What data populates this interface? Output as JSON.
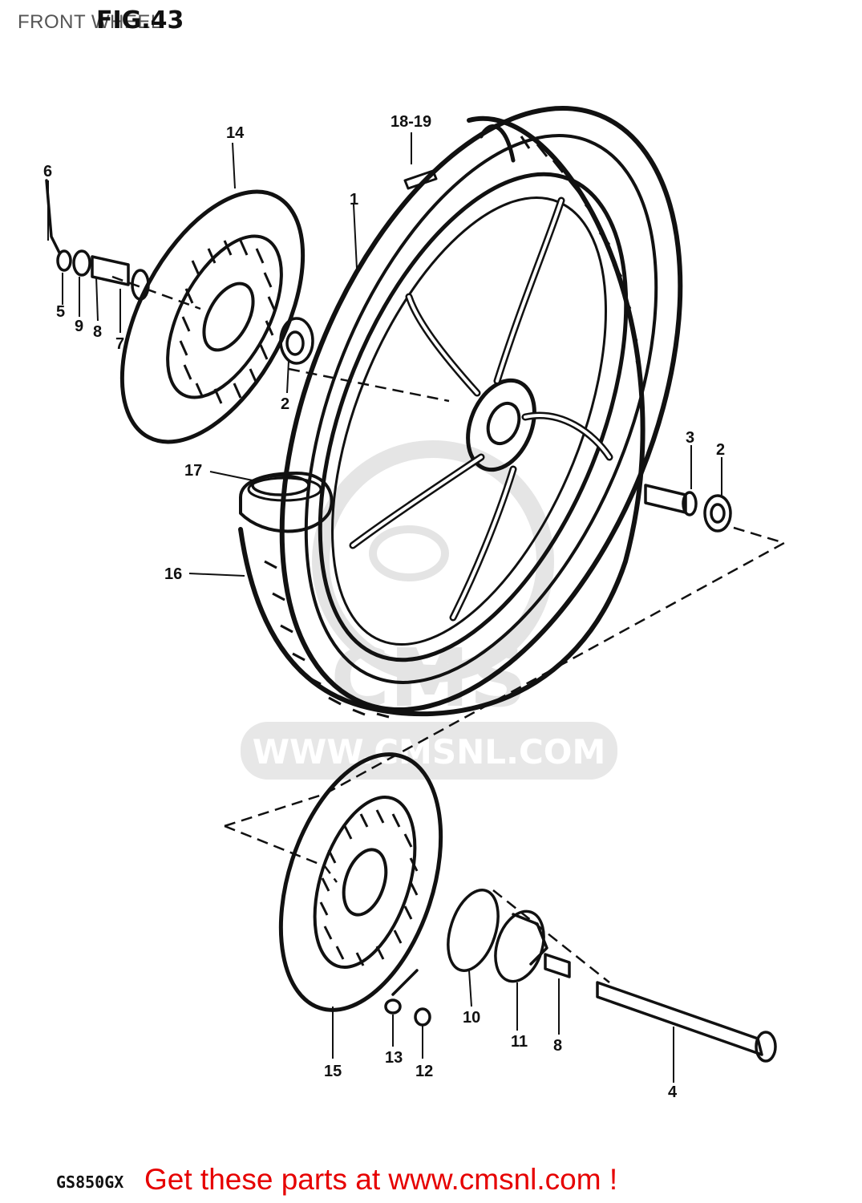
{
  "header": {
    "title": "FRONT WHEEL",
    "fig_number": "FIG.43"
  },
  "watermark": {
    "text": "WWW.CMSNL.COM",
    "brand": "CMS"
  },
  "model_code": "GS850GX",
  "call_to_action": "Get these parts at www.cmsnl.com !",
  "callouts": [
    "1",
    "2",
    "2",
    "3",
    "4",
    "5",
    "6",
    "7",
    "8",
    "8",
    "9",
    "10",
    "11",
    "12",
    "13",
    "14",
    "15",
    "16",
    "17",
    "18-19"
  ],
  "colors": {
    "cta": "#e60000",
    "line": "#111111",
    "watermark": "#c8c8c8"
  }
}
